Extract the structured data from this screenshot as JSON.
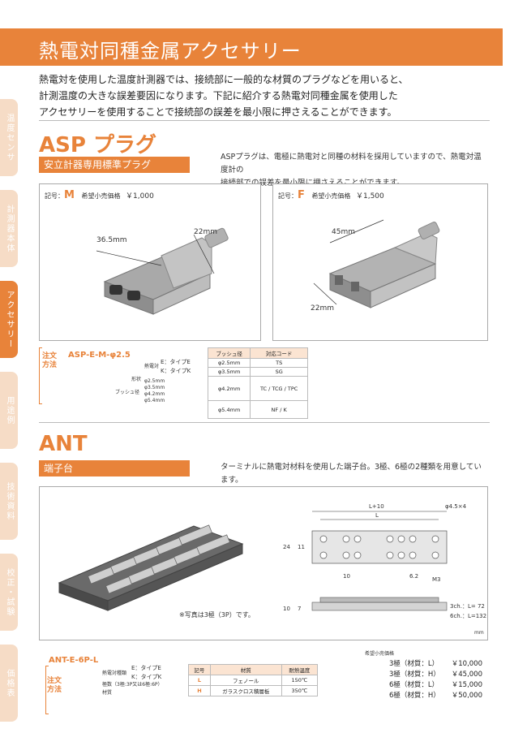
{
  "header": {
    "title": "熱電対同種金属アクセサリー"
  },
  "intro": {
    "lines": [
      "熱電対を使用した温度計測器では、接続部に一般的な材質のプラグなどを用いると、",
      "計測温度の大きな誤差要因になります。下記に紹介する熱電対同種金属を使用した",
      "アクセサリーを使用することで接続部の誤差を最小限に押さえることができます。"
    ]
  },
  "sidetabs": [
    {
      "label": "温度センサ",
      "active": false
    },
    {
      "label": "計測器本体",
      "active": false
    },
    {
      "label": "アクセサリー",
      "active": true
    },
    {
      "label": "用途例",
      "active": false
    },
    {
      "label": "技術資料",
      "active": false
    },
    {
      "label": "校正・試験",
      "active": false
    },
    {
      "label": "価格表",
      "active": false
    }
  ],
  "asp": {
    "title": "ASP プラグ",
    "subtitle": "安立計器専用標準プラグ",
    "desc": [
      "ASPプラグは、電極に熱電対と同種の材料を採用していますので、熱電対温度計の",
      "接続部での誤差を最小限に押さえることができます。"
    ],
    "card_m": {
      "code_prefix": "記号：",
      "code": "M",
      "price_label": "希望小売価格",
      "price": "￥1,000",
      "dim1": "36.5mm",
      "dim2": "22mm"
    },
    "card_f": {
      "code_prefix": "記号：",
      "code": "F",
      "price_label": "希望小売価格",
      "price": "￥1,500",
      "dim1": "45mm",
      "dim2": "22mm"
    },
    "order": {
      "label1": "注文",
      "label2": "方法",
      "code": "ASP-E-M-φ2.5",
      "polarity_label": "熱電対",
      "polarity_e": "E：タイプE",
      "polarity_k": "K：タイプK",
      "shape_label": "形状",
      "bush_label": "ブッシュ径",
      "bush_options": [
        "φ2.5mm",
        "φ3.5mm",
        "φ4.2mm",
        "φ5.4mm"
      ]
    },
    "table": {
      "headers": [
        "ブッシュ径",
        "対応コード"
      ],
      "rows": [
        [
          "φ2.5mm",
          "TS"
        ],
        [
          "φ3.5mm",
          "SG"
        ],
        [
          "φ4.2mm",
          "TC / TCG / TPC"
        ],
        [
          "φ5.4mm",
          "NF / K"
        ]
      ]
    }
  },
  "ant": {
    "title": "ANT",
    "subtitle": "端子台",
    "desc": "ターミナルに熱電対材料を使用した端子台。3極、6極の2種類を用意しています。",
    "photo_note": "※写真は3極（3P）です。",
    "drawing": {
      "l10": "L+10",
      "l": "L",
      "hole": "φ4.5×4",
      "h24": "24",
      "h11": "11",
      "w10": "10",
      "w62": "6.2",
      "m3": "M3",
      "h10": "10",
      "h7": "7",
      "ch3": "3ch.：L= 72",
      "ch6": "6ch.：L=132",
      "unit": "mm"
    },
    "order": {
      "label1": "注文",
      "label2": "方法",
      "code": "ANT-E-6P-L",
      "polarity_label": "熱電対種類",
      "polarity_e": "E：タイプE",
      "polarity_k": "K：タイプK",
      "poles_label": "極数（3極:3P又は6極:6P）",
      "material_label": "材質"
    },
    "table": {
      "headers": [
        "記号",
        "材質",
        "耐熱温度"
      ],
      "rows": [
        [
          "L",
          "フェノール",
          "150℃"
        ],
        [
          "H",
          "ガラスクロス積層板",
          "350℃"
        ]
      ]
    },
    "prices": {
      "label": "希望小売価格",
      "rows": [
        [
          "3極（材質：L）",
          "￥10,000"
        ],
        [
          "3極（材質：H）",
          "￥45,000"
        ],
        [
          "6極（材質：L）",
          "￥15,000"
        ],
        [
          "6極（材質：H）",
          "￥50,000"
        ]
      ]
    }
  },
  "colors": {
    "accent": "#e8833a",
    "tab_light": "#f6dcc6"
  }
}
